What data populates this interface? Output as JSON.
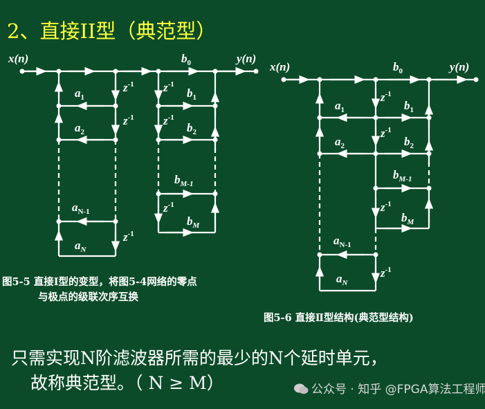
{
  "heading": "2、直接II型（典范型）",
  "fig1": {
    "input": "x(n)",
    "output": "y(n)",
    "b0": "b",
    "b0_sub": "0",
    "z1": "z",
    "z_exp": "-1",
    "a1": "a",
    "a1_sub": "1",
    "a2": "a",
    "a2_sub": "2",
    "aN1": "a",
    "aN1_sub": "N-1",
    "aN": "a",
    "aN_sub": "N",
    "b1": "b",
    "b1_sub": "1",
    "b2": "b",
    "b2_sub": "2",
    "bM1": "b",
    "bM1_sub": "M-1",
    "bM": "b",
    "bM_sub": "M",
    "caption_line1": "图5-5 直接I型的变型，将图5-4网络的零点",
    "caption_line2": "与极点的级联次序互换"
  },
  "fig2": {
    "input": "x(n)",
    "output": "y(n)",
    "caption": "图5-6 直接Ⅱ型结构(典范型结构)"
  },
  "bottom_text": {
    "line1": "只需实现N阶滤波器所需的最少的N个延时单元，",
    "line2": "故称典范型。（ N ≥ M）"
  },
  "watermark": "公众号 · 知乎 @FPGA算法工程师",
  "colors": {
    "background": "#0c4b29",
    "heading": "#ffff3a",
    "lines": "#ffffff"
  }
}
